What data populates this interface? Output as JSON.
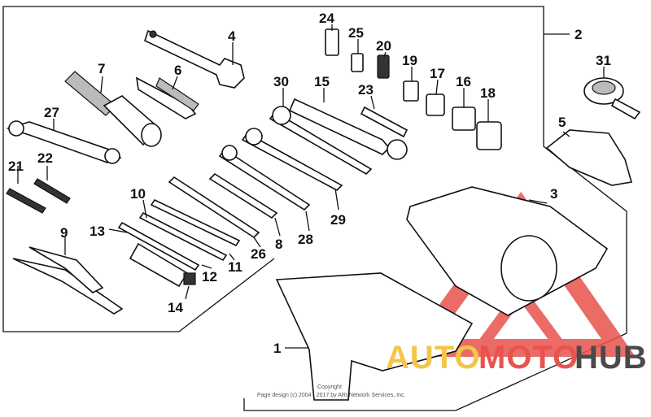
{
  "diagram": {
    "callouts": [
      "1",
      "2",
      "3",
      "4",
      "5",
      "6",
      "7",
      "8",
      "9",
      "10",
      "11",
      "12",
      "13",
      "14",
      "15",
      "16",
      "17",
      "18",
      "19",
      "20",
      "21",
      "22",
      "23",
      "24",
      "25",
      "26",
      "27",
      "28",
      "29",
      "30",
      "31"
    ],
    "copyright_line1": "Copyright",
    "copyright_line2": "Page design (c) 2004 - 2017 by ARI Network Services, Inc."
  },
  "watermark": {
    "part1": "AUTO",
    "part2": "MOTO",
    "part3": "HUB",
    "colors": {
      "auto": "#f3c64a",
      "moto": "#e8534c",
      "hub": "#4a4a4a",
      "triangle": "#e8534c"
    }
  }
}
